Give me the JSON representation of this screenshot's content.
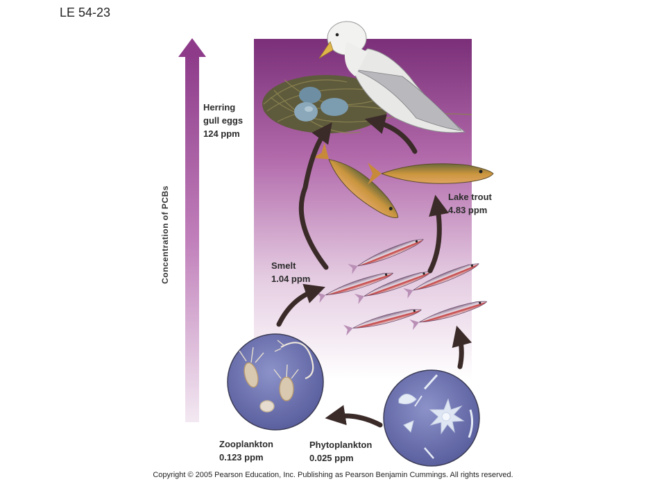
{
  "slide_label": "LE 54-23",
  "axis_label": "Concentration of PCBs",
  "levels": [
    {
      "name": "Herring gull eggs",
      "line1": "Herring",
      "line2": "gull eggs",
      "value": "124 ppm"
    },
    {
      "name": "Lake trout",
      "line1": "Lake trout",
      "value": "4.83 ppm"
    },
    {
      "name": "Smelt",
      "line1": "Smelt",
      "value": "1.04 ppm"
    },
    {
      "name": "Zooplankton",
      "line1": "Zooplankton",
      "value": "0.123 ppm"
    },
    {
      "name": "Phytoplankton",
      "line1": "Phytoplankton",
      "value": "0.025 ppm"
    }
  ],
  "copyright": "Copyright © 2005 Pearson Education, Inc. Publishing as Pearson Benjamin Cummings. All rights reserved.",
  "colors": {
    "arrow_top": "#8e3c8a",
    "arrow_bottom": "#f1e6f0",
    "panel_top": "#7a2f78",
    "panel_bottom": "#ffffff",
    "plankton_circle": "#6a6fae",
    "flow_arrow": "#3a2a28"
  }
}
